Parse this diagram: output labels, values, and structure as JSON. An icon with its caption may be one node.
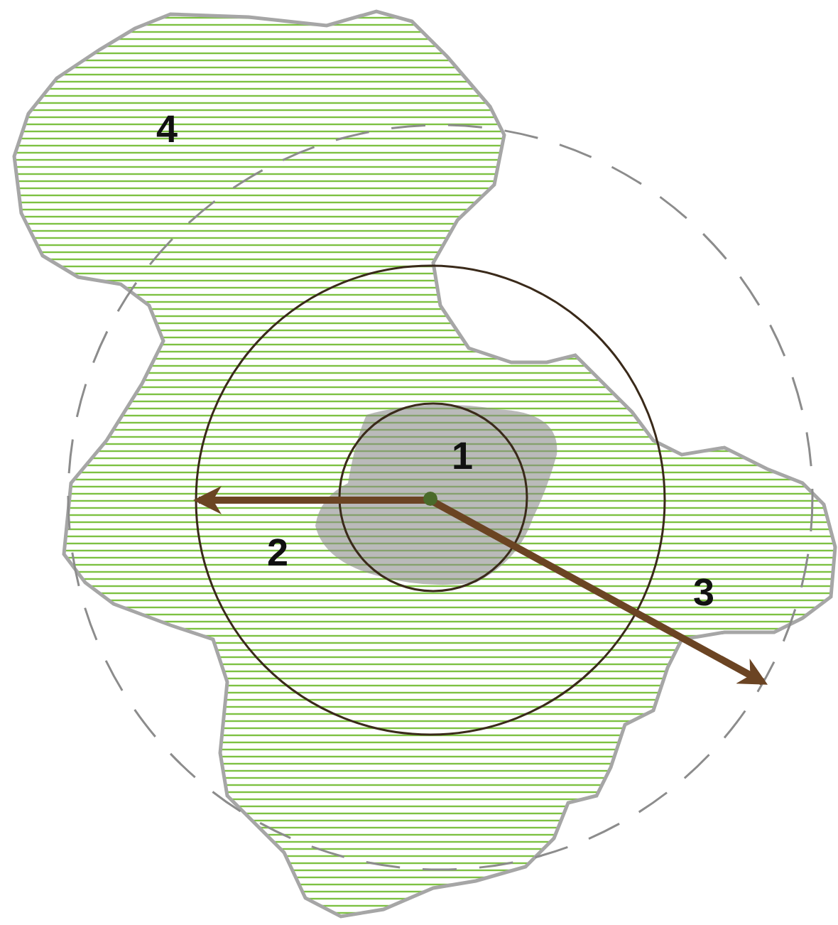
{
  "diagram": {
    "labels": [
      "4",
      "1",
      "2",
      "3"
    ]
  }
}
